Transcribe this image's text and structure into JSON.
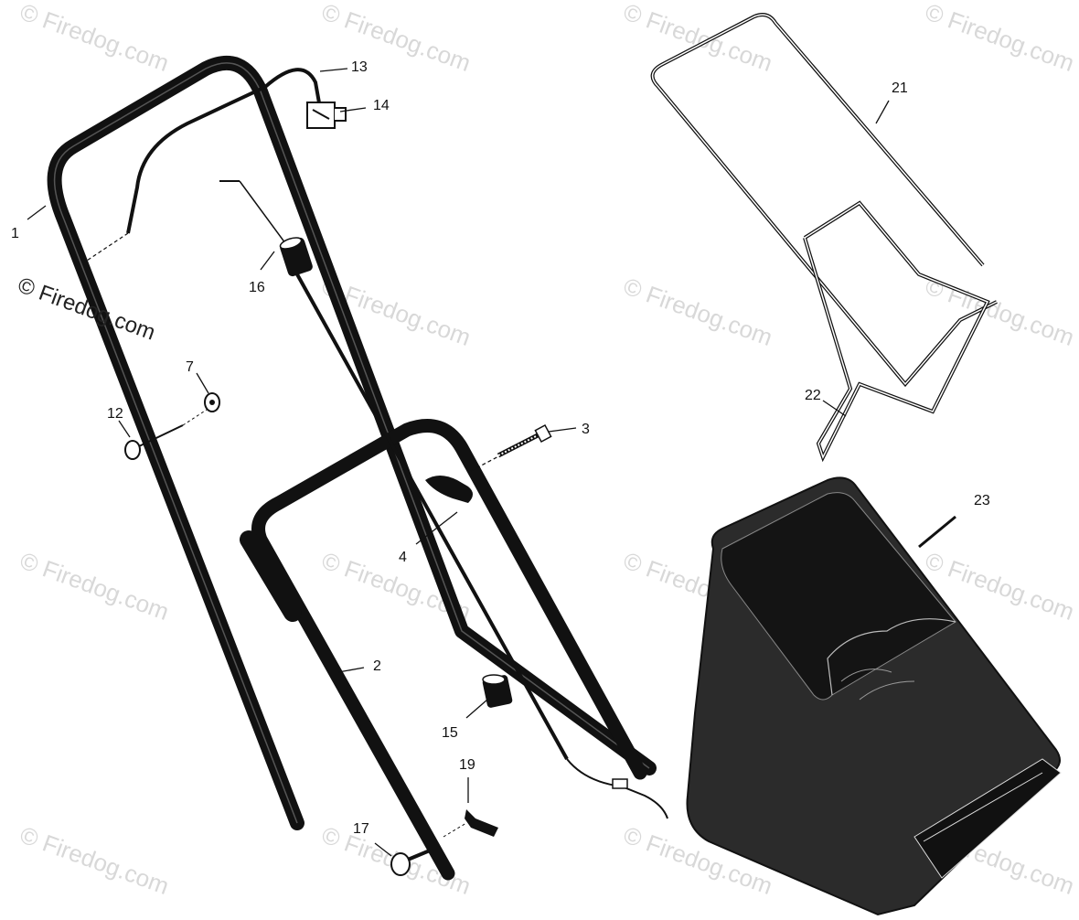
{
  "watermark": {
    "text": "© Firedog.com",
    "color": "#d8d8d8"
  },
  "copyright": "© Firedog.com",
  "parts": {
    "1": "1",
    "2": "2",
    "3": "3",
    "4": "4",
    "7": "7",
    "12": "12",
    "13": "13",
    "14": "14",
    "15": "15",
    "16": "16",
    "17": "17",
    "19": "19",
    "21": "21",
    "22": "22",
    "23": "23"
  },
  "colors": {
    "ink": "#111111",
    "bag_fill": "#2b2b2b",
    "bag_inner": "#141414"
  }
}
